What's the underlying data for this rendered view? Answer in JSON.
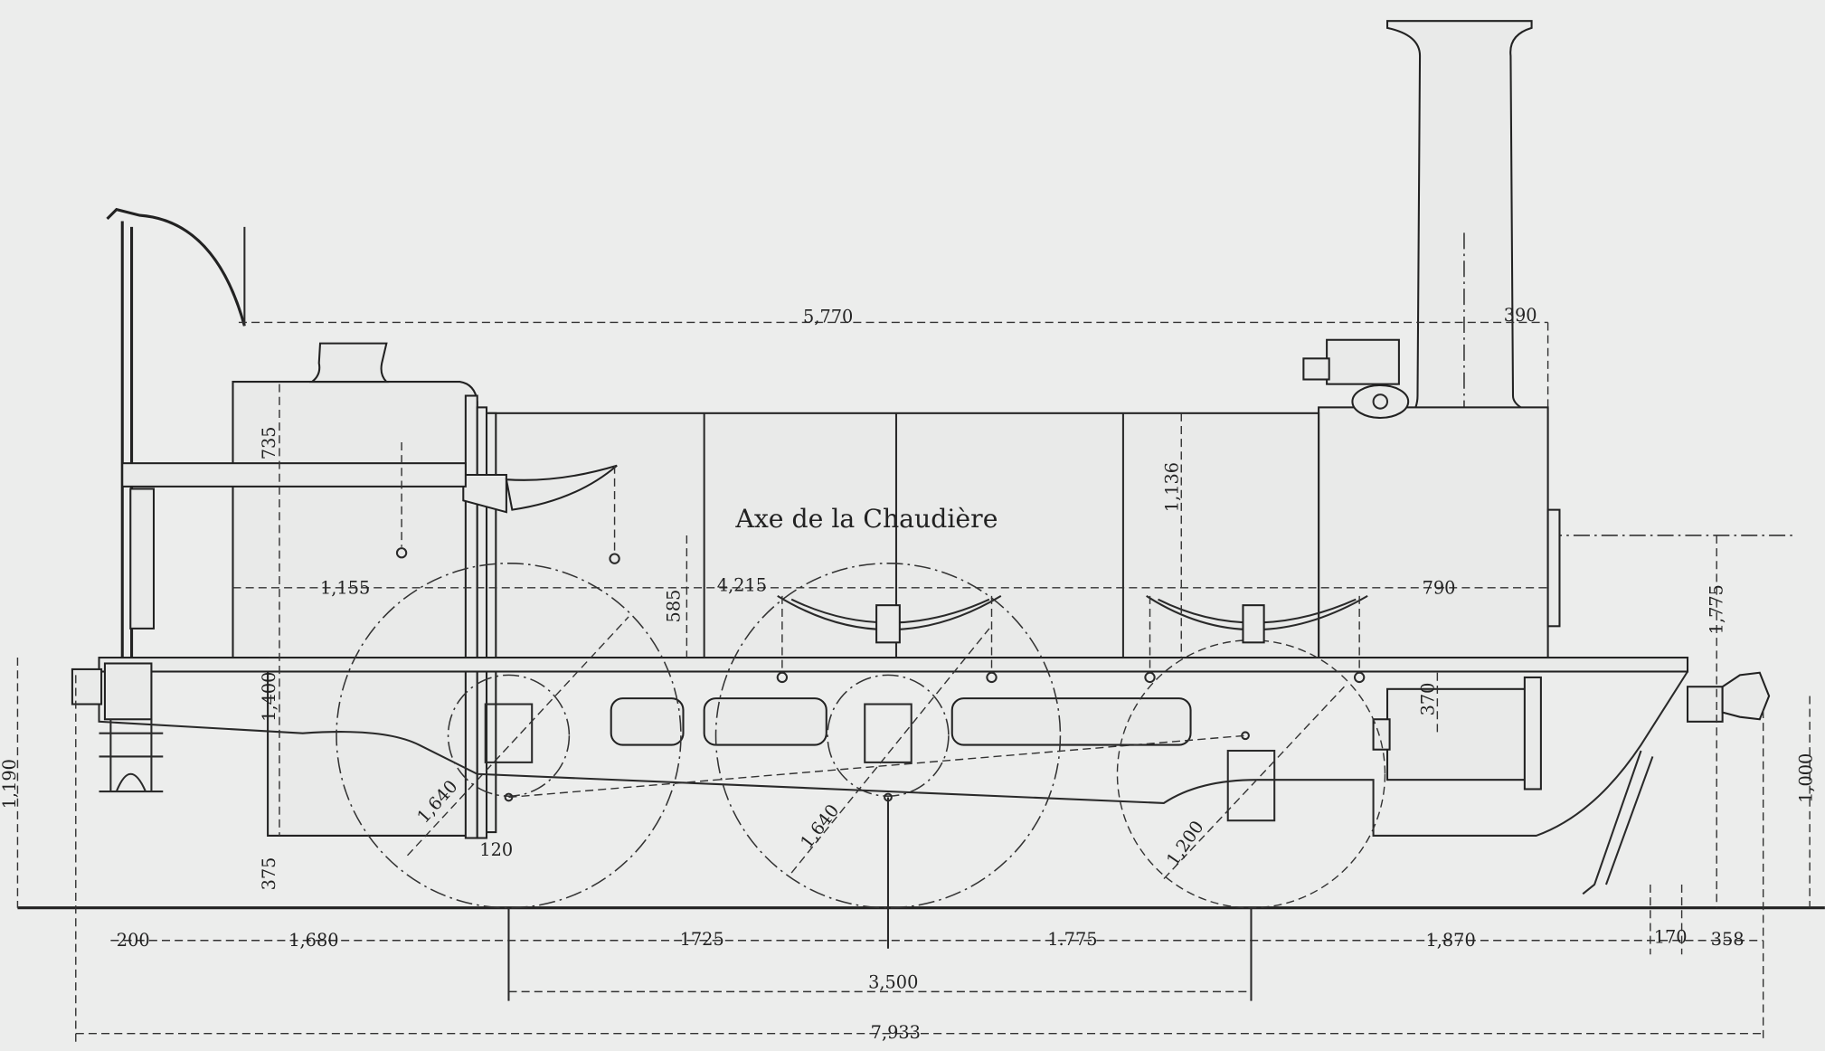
{
  "title": "Axe de la Chaudière",
  "dimensions": {
    "overall_height_top": "5,770",
    "chimney_offset": "390",
    "firebox_top": "735",
    "boiler_dia": "1,136",
    "cab_to_firebox": "1,155",
    "axis_to_frame": "585",
    "firebox_to_smokebox": "4,215",
    "smokebox_len": "790",
    "axis_height_right": "1,775",
    "frame_height": "1,400",
    "cyl_offset": "370",
    "buffer_height_left": "1,190",
    "buffer_height_right": "1,000",
    "wheel_dia_1": "1,640",
    "wheel_dia_2": "1,640",
    "wheel_dia_3": "1,200",
    "gap_120": "120",
    "firebox_bottom": "375",
    "b_200": "200",
    "b_1680": "1,680",
    "b_1725": "1725",
    "b_1775": "1.775",
    "b_1870": "1,870",
    "b_170": "170",
    "b_358": "358",
    "wheelbase": "3,500",
    "overall_length": "7,933"
  }
}
